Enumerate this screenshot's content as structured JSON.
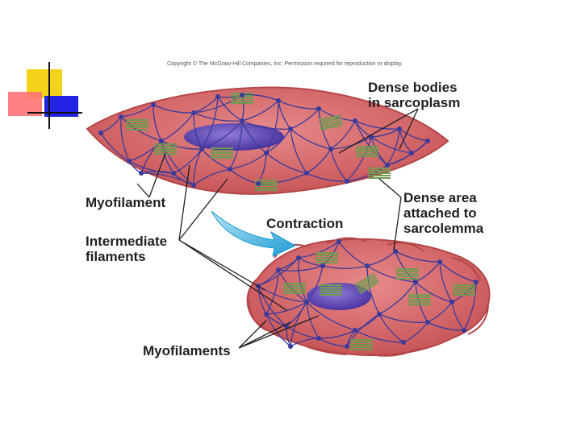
{
  "copyright": "Copyright © The McGraw-Hill Companies, Inc. Permission required for reproduction or display.",
  "labels": {
    "dense_bodies": "Dense bodies\nin sarcoplasm",
    "myofilament": "Myofilament",
    "contraction": "Contraction",
    "dense_area": "Dense area\nattached to\nsarcolemma",
    "intermediate_filaments": "Intermediate\nfilaments",
    "myofilaments": "Myofilaments"
  },
  "colors": {
    "cell_fill": "#d9696b",
    "cell_stroke": "#b94a4c",
    "nucleus": "#6a4fb5",
    "network": "#3a3a9c",
    "myofilament_green": "#6f9a4f",
    "arrow": "#2aa7d8",
    "deco_yellow": "#f5d21a",
    "deco_blue": "#2a2ae0",
    "deco_red": "#ff6a6a"
  }
}
